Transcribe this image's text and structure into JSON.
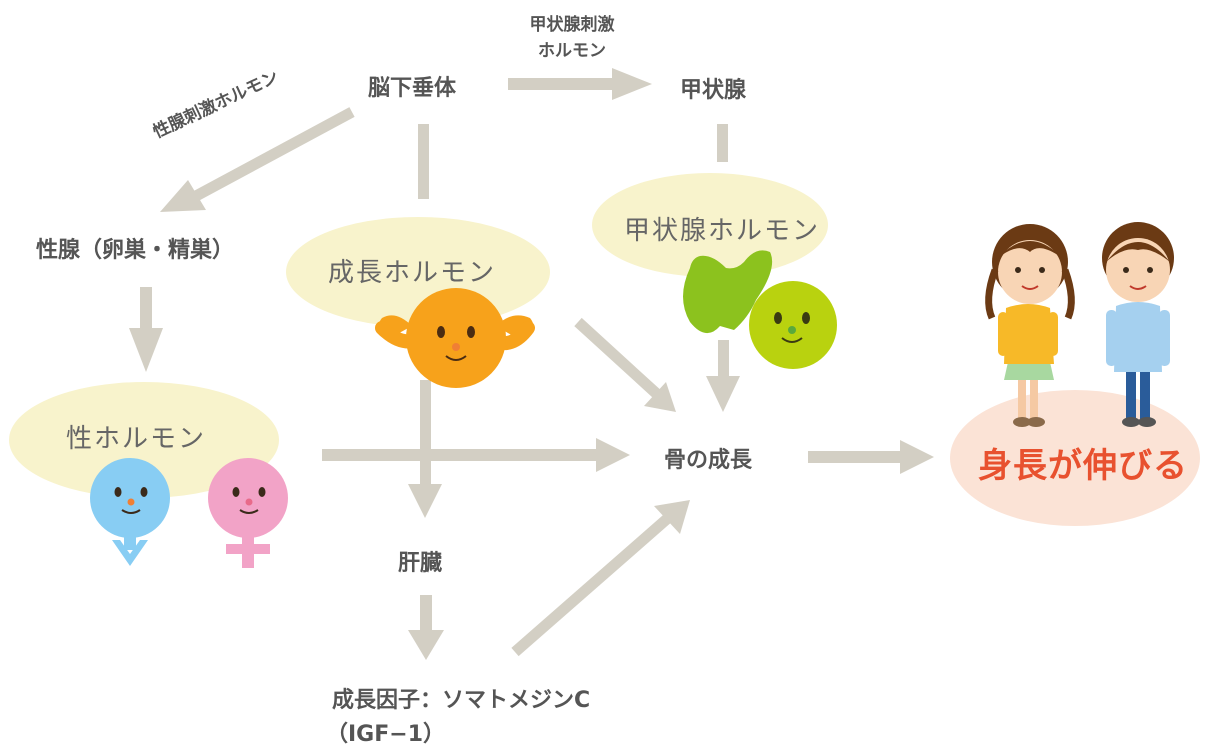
{
  "nodes": {
    "pituitary": "脳下垂体",
    "thyroid": "甲状腺",
    "gonads": "性腺（卵巣・精巣）",
    "liver": "肝臓",
    "bone_growth": "骨の成長",
    "growth_factor_line1": "成長因子：ソマトメジンC",
    "growth_factor_line2": "（IGF−1）"
  },
  "arrow_labels": {
    "tsh_line1": "甲状腺刺激",
    "tsh_line2": "ホルモン",
    "gonadotropin": "性腺刺激ホルモン"
  },
  "bubbles": {
    "growth_hormone": "成長ホルモン",
    "thyroid_hormone": "甲状腺ホルモン",
    "sex_hormone": "性ホルモン"
  },
  "result": {
    "label": "身長が伸びる"
  },
  "colors": {
    "arrow": "#d3cfc4",
    "bubble": "#f8f3cc",
    "result_ellipse": "#fbe3d6",
    "result_text": "#e8512f",
    "growth_char": "#f7a21b",
    "thyroid_char": "#9cc41a",
    "thyroid_gland": "#8cc21e",
    "male_char": "#88cdf3",
    "female_char": "#f2a3c7"
  }
}
